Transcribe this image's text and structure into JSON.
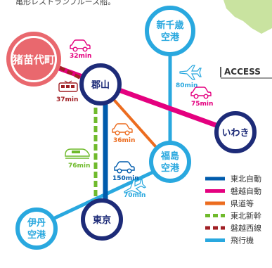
{
  "header_text": "亀形レストランプルース船。",
  "access_title": "ACCESS",
  "stations": {
    "inawashiro": "猪苗代町",
    "koriyama": "郡山",
    "shinchitose": [
      "新千歳",
      "空港"
    ],
    "iwaki": "いわき",
    "fukushima_airport": [
      "福島",
      "空港"
    ],
    "itami": [
      "伊丹",
      "空港"
    ],
    "tokyo": "東京"
  },
  "times": {
    "inawashiro_koriyama_car": "32min",
    "inawashiro_koriyama_train": "37min",
    "shinchitose_fukushima_plane": "80min",
    "koriyama_iwaki_car": "75min",
    "koriyama_fukushima_car": "36min",
    "tokyo_koriyama_shinkansen": "76min",
    "tokyo_fukushima_car": "150min",
    "itami_fukushima_plane": "70min"
  },
  "legend": [
    {
      "label": "東北自動",
      "color": "#005bac",
      "style": "solid"
    },
    {
      "label": "磐越自動",
      "color": "#e4007f",
      "style": "solid"
    },
    {
      "label": "県道等",
      "color": "#ec6c1f",
      "style": "solid"
    },
    {
      "label": "東北新幹",
      "color": "#6fba2c",
      "style": "dashed"
    },
    {
      "label": "磐越西線",
      "color": "#a01f24",
      "style": "dashed"
    },
    {
      "label": "飛行機",
      "color": "#29a8df",
      "style": "solid"
    }
  ],
  "colors": {
    "tohoku_expressway": "#005bac",
    "banetsu_expressway": "#e4007f",
    "prefectural_road": "#ec6c1f",
    "shinkansen": "#6fba2c",
    "banetsu_west_line": "#a01f24",
    "airplane": "#29a8df",
    "navy": "#1d2b78",
    "inawashiro": "#e9686e",
    "green_map": "#c9e3a0"
  }
}
